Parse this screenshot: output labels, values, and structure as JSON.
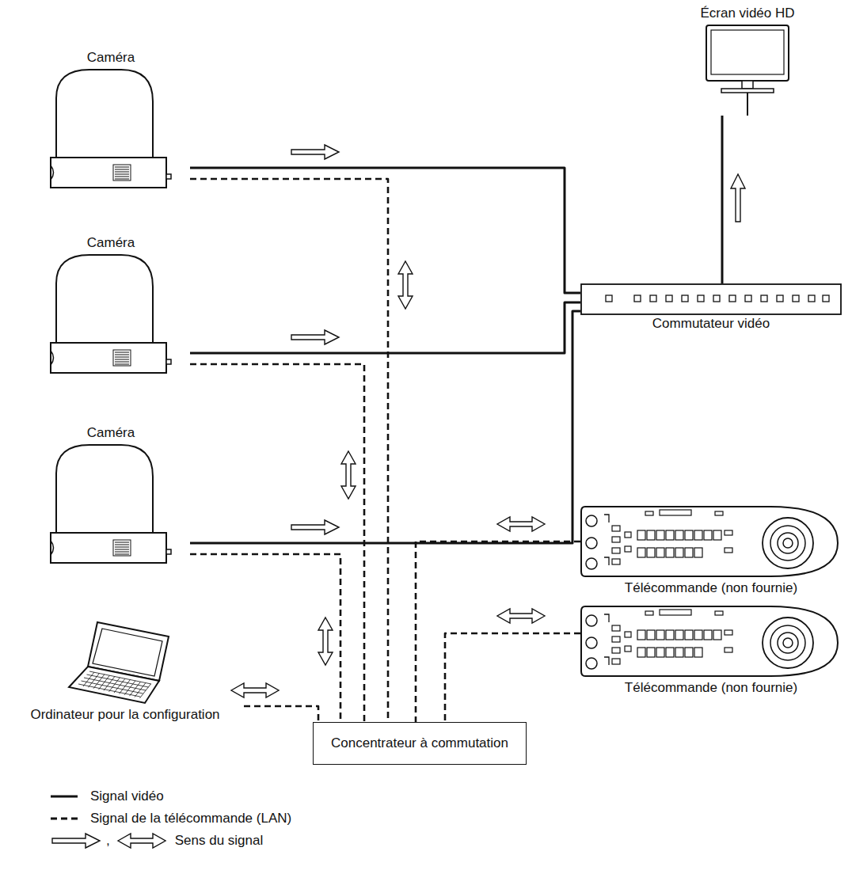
{
  "diagram": {
    "nodes": [
      {
        "text": [
          "Caméra"
        ]
      },
      {
        "text": [
          "Écran vidéo HD"
        ]
      },
      {
        "text": [
          "Caméra"
        ]
      },
      {
        "text": [
          "Commutateur vidéo"
        ]
      },
      {
        "text": [
          "Caméra"
        ]
      },
      {
        "text": [
          "Télécommande (non fournie)"
        ]
      },
      {
        "text": [
          "Ordinateur pour la configuration"
        ]
      },
      {
        "text": [
          "Concentrateur à commutation"
        ]
      },
      {
        "text": [
          "Télécommande (non fournie)"
        ]
      }
    ],
    "edges": [
      {
        "from": 0,
        "to": 3,
        "arrow": "to"
      },
      {
        "from": 2,
        "to": 3,
        "arrow": "to"
      },
      {
        "from": 4,
        "to": 3,
        "arrow": "to"
      },
      {
        "from": 3,
        "to": 1,
        "arrow": "to"
      },
      {
        "from": 0,
        "to": 7,
        "arrow": "both"
      },
      {
        "from": 2,
        "to": 7,
        "arrow": "both"
      },
      {
        "from": 4,
        "to": 7,
        "arrow": "both"
      },
      {
        "from": 6,
        "to": 7,
        "arrow": "both"
      },
      {
        "from": 5,
        "to": 7,
        "arrow": "both"
      },
      {
        "from": 8,
        "to": 7,
        "arrow": "both"
      }
    ],
    "labels": [
      ","
    ],
    "legend": [
      {
        "text": "Signal vidéo"
      },
      {
        "text": "Signal de la télécommande (LAN)"
      },
      {
        "text": "Sens du signal"
      }
    ]
  }
}
